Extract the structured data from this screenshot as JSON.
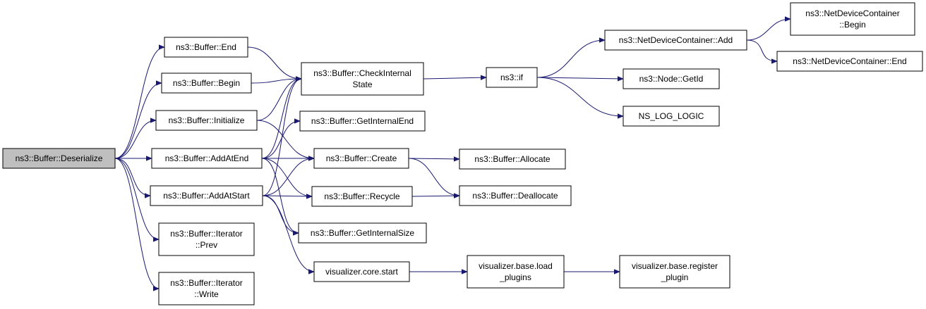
{
  "graph": {
    "edge_color": "#191970",
    "root_fill": "#bfbfbf",
    "nodes": [
      {
        "id": "deserialize",
        "lines": [
          "ns3::Buffer::Deserialize"
        ],
        "root": true
      },
      {
        "id": "end",
        "lines": [
          "ns3::Buffer::End"
        ]
      },
      {
        "id": "begin",
        "lines": [
          "ns3::Buffer::Begin"
        ]
      },
      {
        "id": "initialize",
        "lines": [
          "ns3::Buffer::Initialize"
        ]
      },
      {
        "id": "addatend",
        "lines": [
          "ns3::Buffer::AddAtEnd"
        ]
      },
      {
        "id": "addatstart",
        "lines": [
          "ns3::Buffer::AddAtStart"
        ]
      },
      {
        "id": "iterprev",
        "lines": [
          "ns3::Buffer::Iterator",
          "::Prev"
        ]
      },
      {
        "id": "iterwrite",
        "lines": [
          "ns3::Buffer::Iterator",
          "::Write"
        ]
      },
      {
        "id": "checkinternal",
        "lines": [
          "ns3::Buffer::CheckInternal",
          "State"
        ]
      },
      {
        "id": "getinternalend",
        "lines": [
          "ns3::Buffer::GetInternalEnd"
        ]
      },
      {
        "id": "create",
        "lines": [
          "ns3::Buffer::Create"
        ]
      },
      {
        "id": "recycle",
        "lines": [
          "ns3::Buffer::Recycle"
        ]
      },
      {
        "id": "getinternalsize",
        "lines": [
          "ns3::Buffer::GetInternalSize"
        ]
      },
      {
        "id": "viscorestart",
        "lines": [
          "visualizer.core.start"
        ]
      },
      {
        "id": "if",
        "lines": [
          "ns3::if"
        ]
      },
      {
        "id": "allocate",
        "lines": [
          "ns3::Buffer::Allocate"
        ]
      },
      {
        "id": "deallocate",
        "lines": [
          "ns3::Buffer::Deallocate"
        ]
      },
      {
        "id": "loadplugins",
        "lines": [
          "visualizer.base.load",
          "_plugins"
        ]
      },
      {
        "id": "registerplugin",
        "lines": [
          "visualizer.base.register",
          "_plugin"
        ]
      },
      {
        "id": "ndcadd",
        "lines": [
          "ns3::NetDeviceContainer::Add"
        ]
      },
      {
        "id": "nodegetid",
        "lines": [
          "ns3::Node::GetId"
        ]
      },
      {
        "id": "nslog",
        "lines": [
          "NS_LOG_LOGIC"
        ]
      },
      {
        "id": "ndcbegin",
        "lines": [
          "ns3::NetDeviceContainer",
          "::Begin"
        ]
      },
      {
        "id": "ndcend",
        "lines": [
          "ns3::NetDeviceContainer::End"
        ]
      }
    ],
    "edges": [
      {
        "from": "deserialize",
        "to": "end"
      },
      {
        "from": "deserialize",
        "to": "begin"
      },
      {
        "from": "deserialize",
        "to": "initialize"
      },
      {
        "from": "deserialize",
        "to": "addatend"
      },
      {
        "from": "deserialize",
        "to": "addatstart"
      },
      {
        "from": "deserialize",
        "to": "iterprev"
      },
      {
        "from": "deserialize",
        "to": "iterwrite"
      },
      {
        "from": "end",
        "to": "checkinternal"
      },
      {
        "from": "begin",
        "to": "checkinternal"
      },
      {
        "from": "initialize",
        "to": "checkinternal"
      },
      {
        "from": "initialize",
        "to": "create"
      },
      {
        "from": "addatend",
        "to": "checkinternal"
      },
      {
        "from": "addatend",
        "to": "getinternalend"
      },
      {
        "from": "addatend",
        "to": "create"
      },
      {
        "from": "addatend",
        "to": "recycle"
      },
      {
        "from": "addatend",
        "to": "getinternalsize"
      },
      {
        "from": "addatstart",
        "to": "checkinternal"
      },
      {
        "from": "addatstart",
        "to": "create"
      },
      {
        "from": "addatstart",
        "to": "recycle"
      },
      {
        "from": "addatstart",
        "to": "getinternalsize"
      },
      {
        "from": "addatstart",
        "to": "viscorestart"
      },
      {
        "from": "checkinternal",
        "to": "if"
      },
      {
        "from": "create",
        "to": "allocate"
      },
      {
        "from": "create",
        "to": "deallocate"
      },
      {
        "from": "recycle",
        "to": "deallocate"
      },
      {
        "from": "viscorestart",
        "to": "loadplugins"
      },
      {
        "from": "loadplugins",
        "to": "registerplugin"
      },
      {
        "from": "if",
        "to": "ndcadd"
      },
      {
        "from": "if",
        "to": "nodegetid"
      },
      {
        "from": "if",
        "to": "nslog"
      },
      {
        "from": "ndcadd",
        "to": "ndcbegin"
      },
      {
        "from": "ndcadd",
        "to": "ndcend"
      }
    ]
  }
}
